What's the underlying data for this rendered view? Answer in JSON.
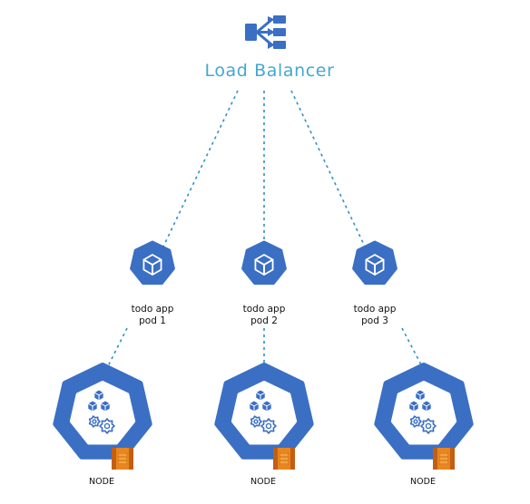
{
  "load_balancer": {
    "title": "Load Balancer",
    "icon": "load-balancer-icon"
  },
  "pods": [
    {
      "line1": "todo app",
      "line2": "pod 1",
      "icon": "pod-cube-icon"
    },
    {
      "line1": "todo app",
      "line2": "pod 2",
      "icon": "pod-cube-icon"
    },
    {
      "line1": "todo app",
      "line2": "pod 3",
      "icon": "pod-cube-icon"
    }
  ],
  "nodes": [
    {
      "label": "NODE",
      "icon": "kubernetes-node-icon",
      "badge": "aws-ec2-icon"
    },
    {
      "label": "NODE",
      "icon": "kubernetes-node-icon",
      "badge": "aws-ec2-icon"
    },
    {
      "label": "NODE",
      "icon": "kubernetes-node-icon",
      "badge": "aws-ec2-icon"
    }
  ],
  "colors": {
    "k8s_blue": "#3a6fc4",
    "title_blue": "#44a7d3",
    "connector_blue": "#2f8fc4",
    "aws_orange": "#e8861f",
    "aws_orange_dark": "#c25f12",
    "text": "#111111"
  }
}
